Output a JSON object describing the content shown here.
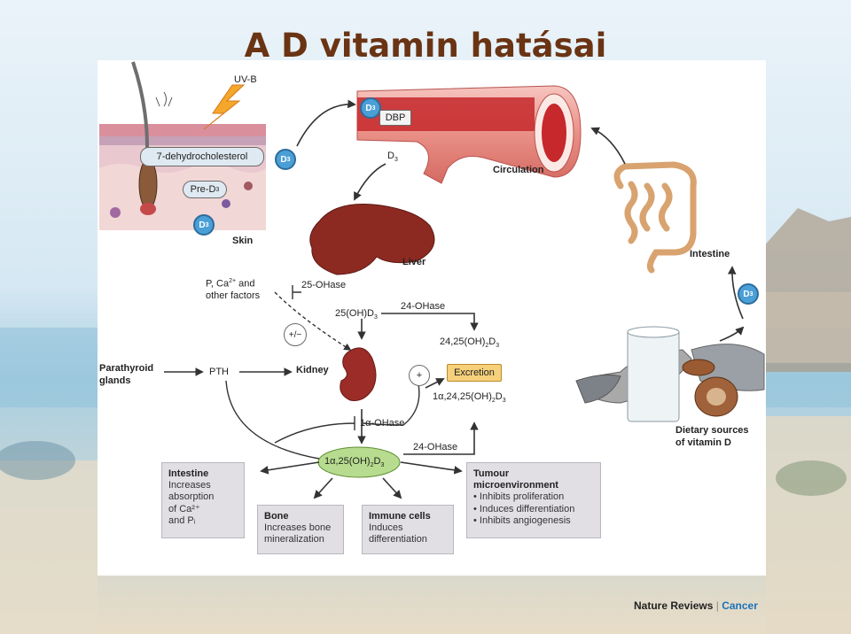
{
  "slide": {
    "title": "A D vitamin hatásai",
    "footer_left": "Nature Reviews",
    "footer_sep": "|",
    "footer_right": "Cancer"
  },
  "diagram": {
    "uvb": "UV-B",
    "skin": "Skin",
    "dehydro": "7-dehydrocholesterol",
    "pre_d3": "Pre-D",
    "d3_badge": "D",
    "dbp": "DBP",
    "d3_label": "D",
    "circulation": "Circulation",
    "liver": "Liver",
    "intestine_top": "Intestine",
    "ohase25": "25-OHase",
    "oh_d3": "25(OH)D",
    "ohase24_top": "24-OHase",
    "d24_25": "24,25(OH)",
    "pi_ca": "P, Ca",
    "pi_ca_2": "and",
    "other_factors": "other factors",
    "plus_minus": "+/−",
    "plus": "+",
    "parathyroid": "Parathyroid",
    "glands": "glands",
    "pth": "PTH",
    "kidney": "Kidney",
    "excretion": "Excretion",
    "d1_24_25": "1α,24,25(OH)",
    "ohase1a": "1α-OHase",
    "ohase24_bottom": "24-OHase",
    "calcitriol": "1α,25(OH)",
    "dietary_1": "Dietary sources",
    "dietary_2": "of vitamin D",
    "box_intestine": {
      "title": "Intestine",
      "lines": [
        "Increases",
        "absorption",
        "of Ca²⁺",
        "and Pᵢ"
      ]
    },
    "box_bone": {
      "title": "Bone",
      "lines": [
        "Increases bone",
        "mineralization"
      ]
    },
    "box_immune": {
      "title": "Immune cells",
      "lines": [
        "Induces",
        "differentiation"
      ]
    },
    "box_tumour": {
      "title_1": "Tumour",
      "title_2": "microenvironment",
      "lines": [
        "• Inhibits proliferation",
        "• Induces differentiation",
        "• Inhibits angiogenesis"
      ]
    }
  }
}
